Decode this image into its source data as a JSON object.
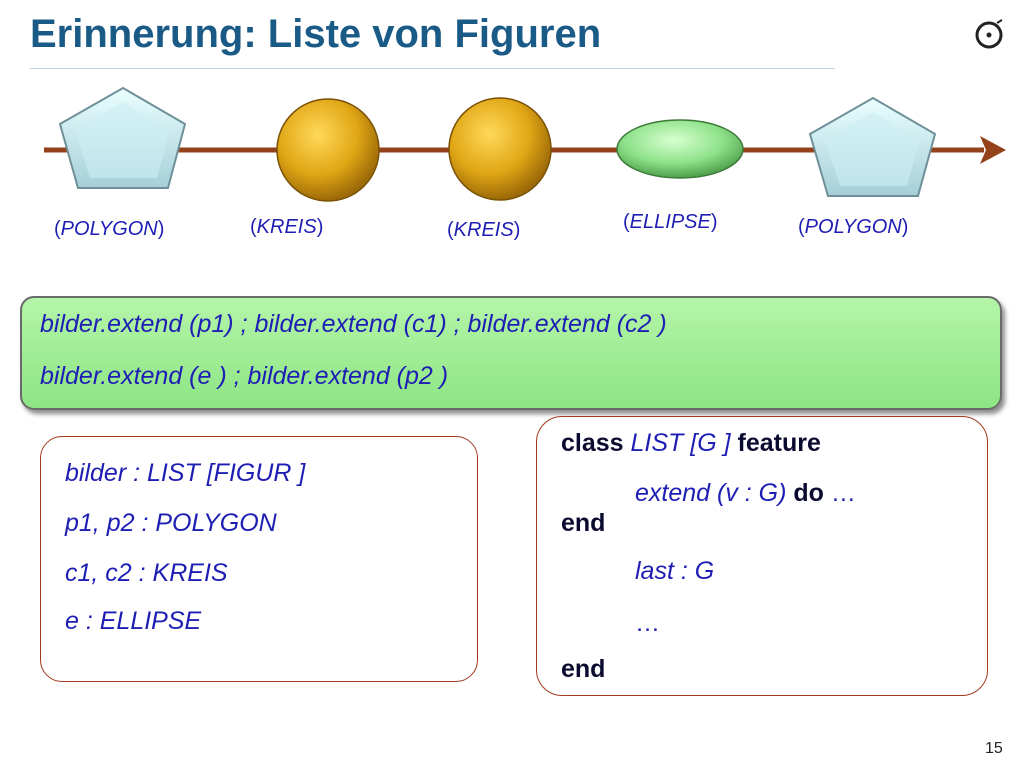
{
  "slide": {
    "title": "Erinnerung: Liste von Figuren",
    "page_number": "15"
  },
  "diagram": {
    "labels": [
      {
        "open": "(",
        "name": "POLYGON",
        "close": ")"
      },
      {
        "open": "(",
        "name": "KREIS",
        "close": ")"
      },
      {
        "open": "(",
        "name": "KREIS",
        "close": ")"
      },
      {
        "open": "(",
        "name": "ELLIPSE",
        "close": ")"
      },
      {
        "open": "(",
        "name": "POLYGON",
        "close": ")"
      }
    ]
  },
  "calls": {
    "line1": "bilder.extend (p1) ; bilder.extend (c1) ; bilder.extend (c2 )",
    "line2": "bilder.extend (e ) ; bilder.extend (p2 )"
  },
  "declarations": {
    "line1": "bilder : LIST  [FIGUR ]",
    "line2": "p1, p2 : POLYGON",
    "line3": "c1, c2 : KREIS",
    "line4": "e : ELLIPSE"
  },
  "class_def": {
    "class_kw": "class",
    "class_name": "LIST",
    "generic": "[G ]",
    "feature_kw": "feature",
    "extend_sig": "extend (v : G)",
    "do_kw": "do",
    "do_tail": "…",
    "end_kw_1": "end",
    "last_sig": "last : G",
    "ellipsis": "…",
    "end_kw_2": "end"
  }
}
